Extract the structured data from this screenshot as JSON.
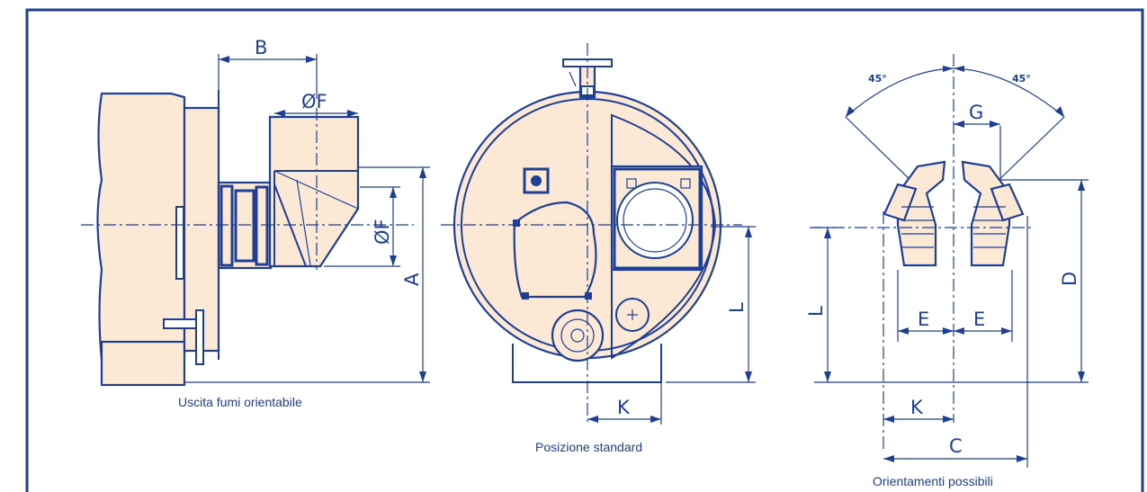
{
  "colors": {
    "frame": "#1f3f94",
    "fill": "#fbe9d5",
    "line": "#1f3f94"
  },
  "views": [
    {
      "caption": "Uscita fumi orientabile"
    },
    {
      "caption": "Posizione standard"
    },
    {
      "caption": "Orientamenti possibili"
    }
  ],
  "dimensions": {
    "B": "B",
    "F_top": "ØF",
    "F_side": "ØF",
    "A": "A",
    "L_center": "L",
    "K_center": "K",
    "deg_left": "45°",
    "deg_right": "45°",
    "G": "G",
    "D": "D",
    "L_right": "L",
    "E_left": "E",
    "E_right": "E",
    "K_right": "K",
    "C": "C"
  }
}
